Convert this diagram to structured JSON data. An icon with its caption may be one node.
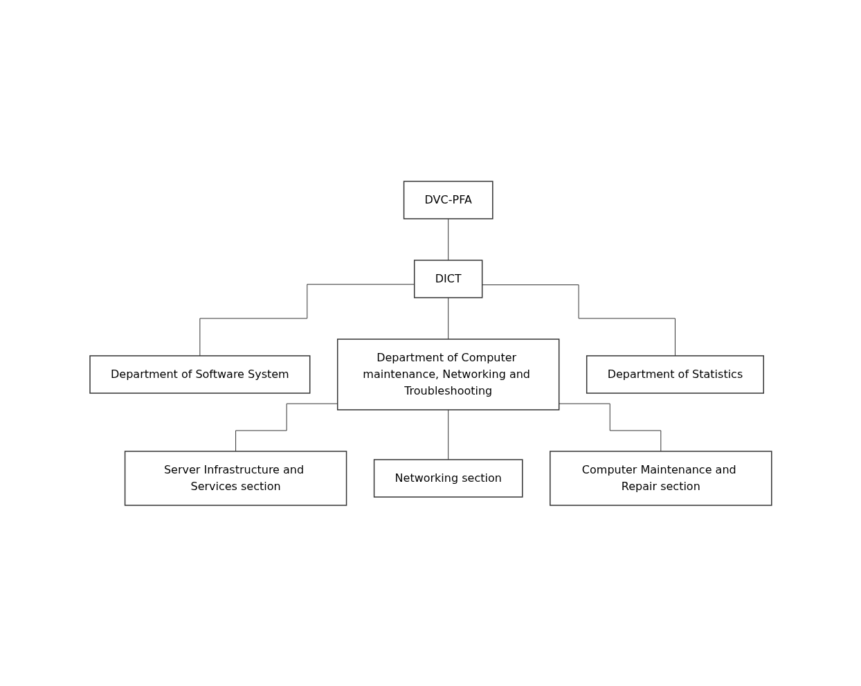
{
  "diagram": {
    "nodes": [
      {
        "text": [
          "DVC-PFA"
        ]
      },
      {
        "text": [
          "DICT"
        ]
      },
      {
        "text": [
          "Department of Software System"
        ]
      },
      {
        "text": [
          "Department of Computer maintenance, Networking and Troubleshooting"
        ]
      },
      {
        "text": [
          "Department of Statistics"
        ]
      },
      {
        "text": [
          "Server Infrastructure and Services section"
        ]
      },
      {
        "text": [
          "Networking section"
        ]
      },
      {
        "text": [
          "Computer Maintenance and Repair section"
        ]
      }
    ],
    "edges": [
      {
        "from": 0,
        "to": 1,
        "arrow": "none"
      },
      {
        "from": 1,
        "to": 2,
        "arrow": "none"
      },
      {
        "from": 1,
        "to": 3,
        "arrow": "none"
      },
      {
        "from": 1,
        "to": 4,
        "arrow": "none"
      },
      {
        "from": 3,
        "to": 5,
        "arrow": "none"
      },
      {
        "from": 3,
        "to": 6,
        "arrow": "none"
      },
      {
        "from": 3,
        "to": 7,
        "arrow": "none"
      }
    ]
  }
}
